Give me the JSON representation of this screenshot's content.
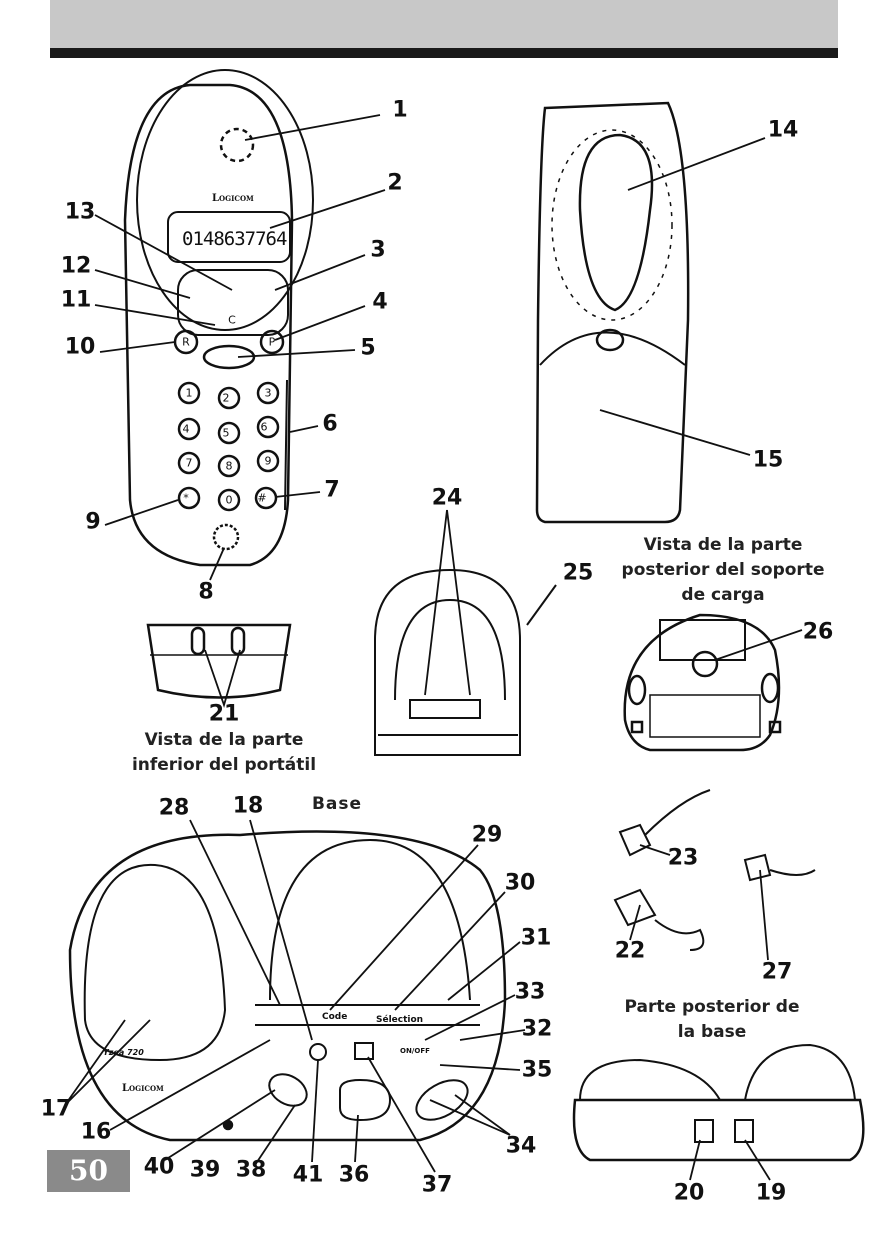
{
  "page_number": "50",
  "callouts": [
    "1",
    "2",
    "3",
    "4",
    "5",
    "6",
    "7",
    "8",
    "9",
    "10",
    "11",
    "12",
    "13",
    "14",
    "15",
    "16",
    "17",
    "18",
    "19",
    "20",
    "21",
    "22",
    "23",
    "24",
    "25",
    "26",
    "27",
    "28",
    "29",
    "30",
    "31",
    "32",
    "33",
    "34",
    "35",
    "36",
    "37",
    "38",
    "39",
    "40",
    "41"
  ],
  "captions": {
    "handset_bottom": [
      "Vista de la parte",
      "inferior del portátil"
    ],
    "charger_back": [
      "Vista de la parte",
      "posterior del soporte",
      "de carga"
    ],
    "base_title": "Base",
    "base_back": [
      "Parte posterior de",
      "la base"
    ]
  },
  "handset": {
    "brand": "Logicom",
    "display_number": "0148637764",
    "keys": [
      "1",
      "2",
      "3",
      "4",
      "5",
      "6",
      "7",
      "8",
      "9",
      "*",
      "0",
      "#",
      "R",
      "P",
      "C"
    ]
  },
  "base": {
    "code_label": "Code",
    "selection_label": "Sélection",
    "onoff_label": "ON/OFF",
    "model": "Yzea 720",
    "brand": "Logicom"
  }
}
